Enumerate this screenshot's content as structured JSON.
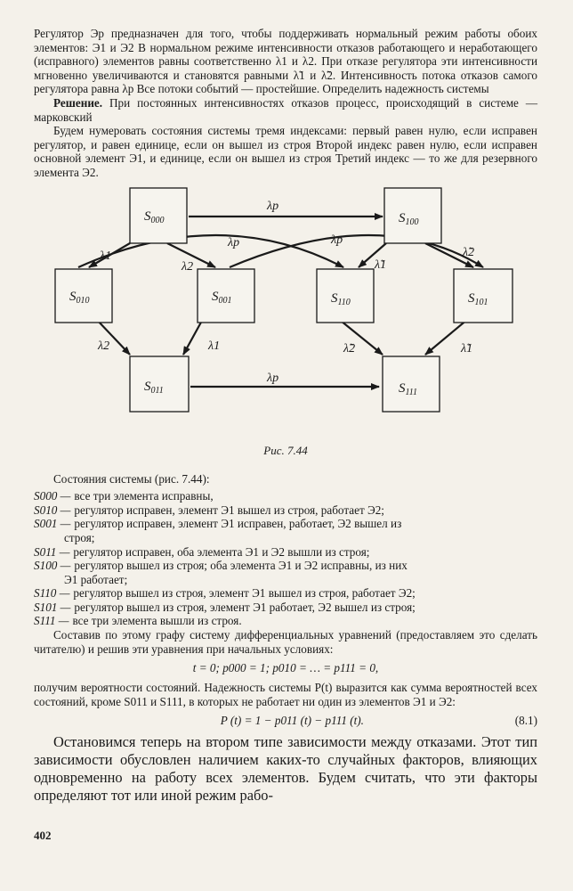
{
  "top_text": [
    "Регулятор Эр предназначен для того, чтобы поддерживать нормальный режим работы обоих элементов: Э1 и Э2 В нормальном режиме интенсивности отказов работающего и неработающего (исправного) элементов равны соответственно λ1 и λ2. При отказе регулятора эти интенсивности мгновенно увеличиваются и становятся равными λ̃1 и λ̃2. Интенсивность потока отказов самого регулятора равна λр Все потоки событий — простейшие. Определить надежность системы"
  ],
  "solution_label": "Решение.",
  "solution_text": "При постоянных интенсивностях отказов процесс, происходящий в системе — марковский",
  "numbering_text": "Будем нумеровать состояния системы тремя индексами: первый равен нулю, если исправен регулятор, и равен единице, если он вышел из строя Второй индекс равен нулю, если исправен основной элемент Э1, и единице, если он вышел из строя Третий индекс — то же для резервного элемента Э2.",
  "diagram": {
    "nodes": [
      {
        "id": "s000",
        "main": "S",
        "sub": "000"
      },
      {
        "id": "s100",
        "main": "S",
        "sub": "100"
      },
      {
        "id": "s010",
        "main": "S",
        "sub": "010"
      },
      {
        "id": "s001",
        "main": "S",
        "sub": "001"
      },
      {
        "id": "s110",
        "main": "S",
        "sub": "110"
      },
      {
        "id": "s101",
        "main": "S",
        "sub": "101"
      },
      {
        "id": "s011",
        "main": "S",
        "sub": "011"
      },
      {
        "id": "s111",
        "main": "S",
        "sub": "111"
      }
    ],
    "labels": {
      "lp_top": "λр",
      "lp_arc1": "λр",
      "lp_arc2": "λр",
      "lp_bottom": "λр",
      "l1_a": "λ1",
      "l2_a": "λ2",
      "l1t_a": "λ̃1",
      "l2t_a": "λ̃2",
      "l2_b": "λ2",
      "l1_b": "λ1",
      "l2t_b": "λ̃2",
      "l1t_b": "λ̃1"
    }
  },
  "caption": "Рис. 7.44",
  "states_intro": "Состояния системы (рис. 7.44):",
  "states": [
    {
      "key": "S000 —",
      "val": "все три элемента исправны,"
    },
    {
      "key": "S010 —",
      "val": "регулятор исправен, элемент Э1 вышел из строя, работает Э2;"
    },
    {
      "key": "S001 —",
      "val": "регулятор исправен, элемент Э1 исправен, работает, Э2 вышел из",
      "cont": "строя;"
    },
    {
      "key": "S011 —",
      "val": "регулятор исправен, оба элемента Э1 и Э2 вышли из строя;"
    },
    {
      "key": "S100 —",
      "val": "регулятор вышел из строя; оба элемента Э1 и Э2 исправны, из них",
      "cont": "Э1 работает;"
    },
    {
      "key": "S110 —",
      "val": "регулятор вышел из строя, элемент Э1 вышел из строя, работает Э2;"
    },
    {
      "key": "S101 —",
      "val": "регулятор вышел из строя, элемент Э1 работает, Э2 вышел из строя;"
    },
    {
      "key": "S111 —",
      "val": "все три элемента вышли из строя."
    }
  ],
  "compose_text": "Составив по этому графу систему дифференциальных уравнений (предоставляем это сделать читателю) и решив эти уравнения при начальных условиях:",
  "initial_conditions": "t = 0;  p000 = 1;  p010 = … = p111 = 0,",
  "result_text": "получим вероятности состояний. Надежность системы P(t) выразится как сумма вероятностей всех состояний, кроме S011 и S111, в которых не работает ни один из элементов Э1 и Э2:",
  "formula": "P (t) = 1 − p011 (t) − p111 (t).",
  "formula_number": "(8.1)",
  "closing_text": "Остановимся теперь на втором типе зависимости между отказами. Этот тип зависимости обусловлен наличием каких-то случайных факторов, влияющих одновременно на работу всех элементов. Будем считать, что эти факторы определяют тот или иной режим рабо-",
  "page_number": "402"
}
